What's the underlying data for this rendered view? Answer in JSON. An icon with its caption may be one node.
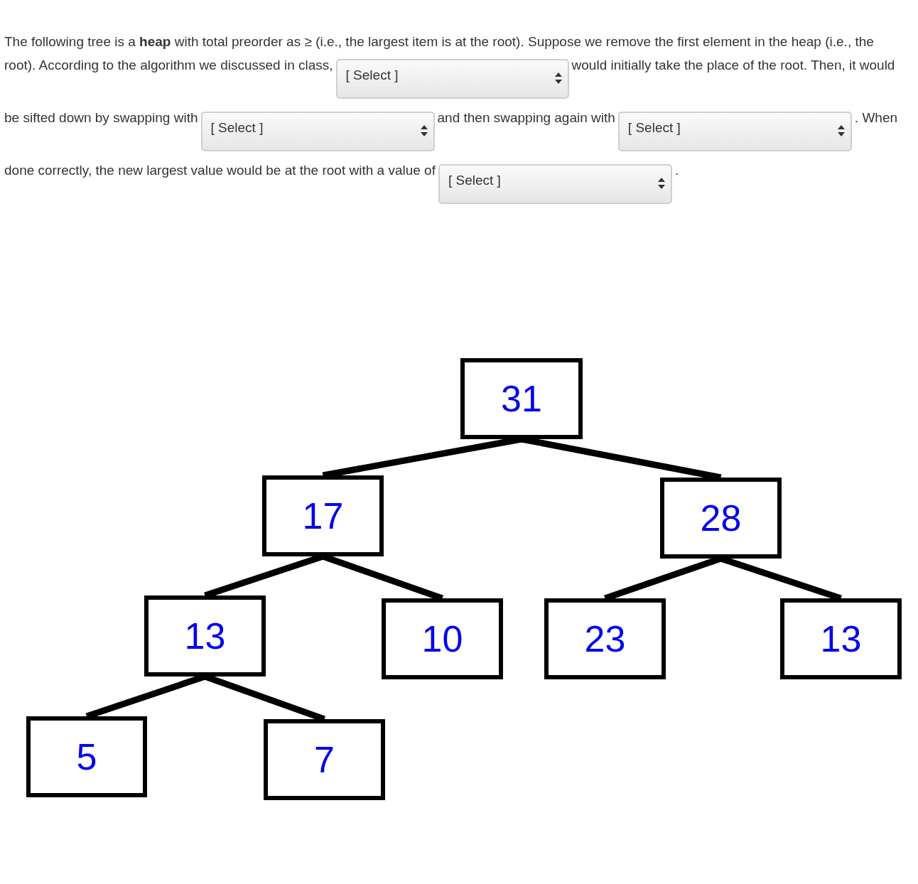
{
  "diagram": {
    "nodes": [
      {
        "text": [
          "31"
        ]
      },
      {
        "text": [
          "17"
        ]
      },
      {
        "text": [
          "28"
        ]
      },
      {
        "text": [
          "13"
        ]
      },
      {
        "text": [
          "10"
        ]
      },
      {
        "text": [
          "23"
        ]
      },
      {
        "text": [
          "13"
        ]
      },
      {
        "text": [
          "5"
        ]
      },
      {
        "text": [
          "7"
        ]
      }
    ],
    "edges": [
      {
        "from": 0,
        "to": 1,
        "arrow": "none"
      },
      {
        "from": 0,
        "to": 2,
        "arrow": "none"
      },
      {
        "from": 1,
        "to": 3,
        "arrow": "none"
      },
      {
        "from": 1,
        "to": 4,
        "arrow": "none"
      },
      {
        "from": 2,
        "to": 5,
        "arrow": "none"
      },
      {
        "from": 2,
        "to": 6,
        "arrow": "none"
      },
      {
        "from": 3,
        "to": 7,
        "arrow": "none"
      },
      {
        "from": 3,
        "to": 8,
        "arrow": "none"
      }
    ],
    "labels": [
      "The following tree is a **heap** with total preorder as ≥ (i.e., the largest item is at the root). Suppose we remove the first element in the heap (i.e., the root). According to the algorithm we discussed in class,",
      "[ Select ]",
      "would initially take the place of the root. Then, it would be sifted down by swapping with",
      "[ Select ]",
      "and then swapping again with",
      "[ Select ]",
      ". When done correctly, the new largest value would be at the root with a value of",
      "[ Select ]",
      "."
    ]
  }
}
